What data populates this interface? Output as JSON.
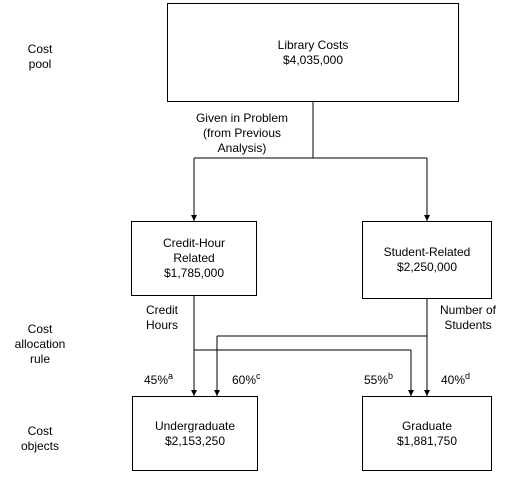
{
  "side_labels": {
    "cost_pool": [
      "Cost",
      "pool"
    ],
    "allocation_rule": [
      "Cost",
      "allocation",
      "rule"
    ],
    "cost_objects": [
      "Cost",
      "objects"
    ]
  },
  "pool": {
    "title": "Library Costs",
    "amount": "$4,035,000"
  },
  "given_note": [
    "Given in Problem",
    "(from Previous",
    "Analysis)"
  ],
  "credit_hour_pool": {
    "lines": [
      "Credit-Hour",
      "Related"
    ],
    "amount": "$1,785,000",
    "driver": [
      "Credit",
      "Hours"
    ]
  },
  "student_pool": {
    "lines": [
      "Student-Related"
    ],
    "amount": "$2,250,000",
    "driver": [
      "Number of",
      "Students"
    ]
  },
  "percentages": {
    "credit_to_undergrad": {
      "value": "45%",
      "note": "a"
    },
    "student_to_undergrad": {
      "value": "60%",
      "note": "c"
    },
    "credit_to_grad": {
      "value": "55%",
      "note": "b"
    },
    "student_to_grad": {
      "value": "40%",
      "note": "d"
    }
  },
  "undergraduate": {
    "title": "Undergraduate",
    "amount": "$2,153,250"
  },
  "graduate": {
    "title": "Graduate",
    "amount": "$1,881,750"
  }
}
